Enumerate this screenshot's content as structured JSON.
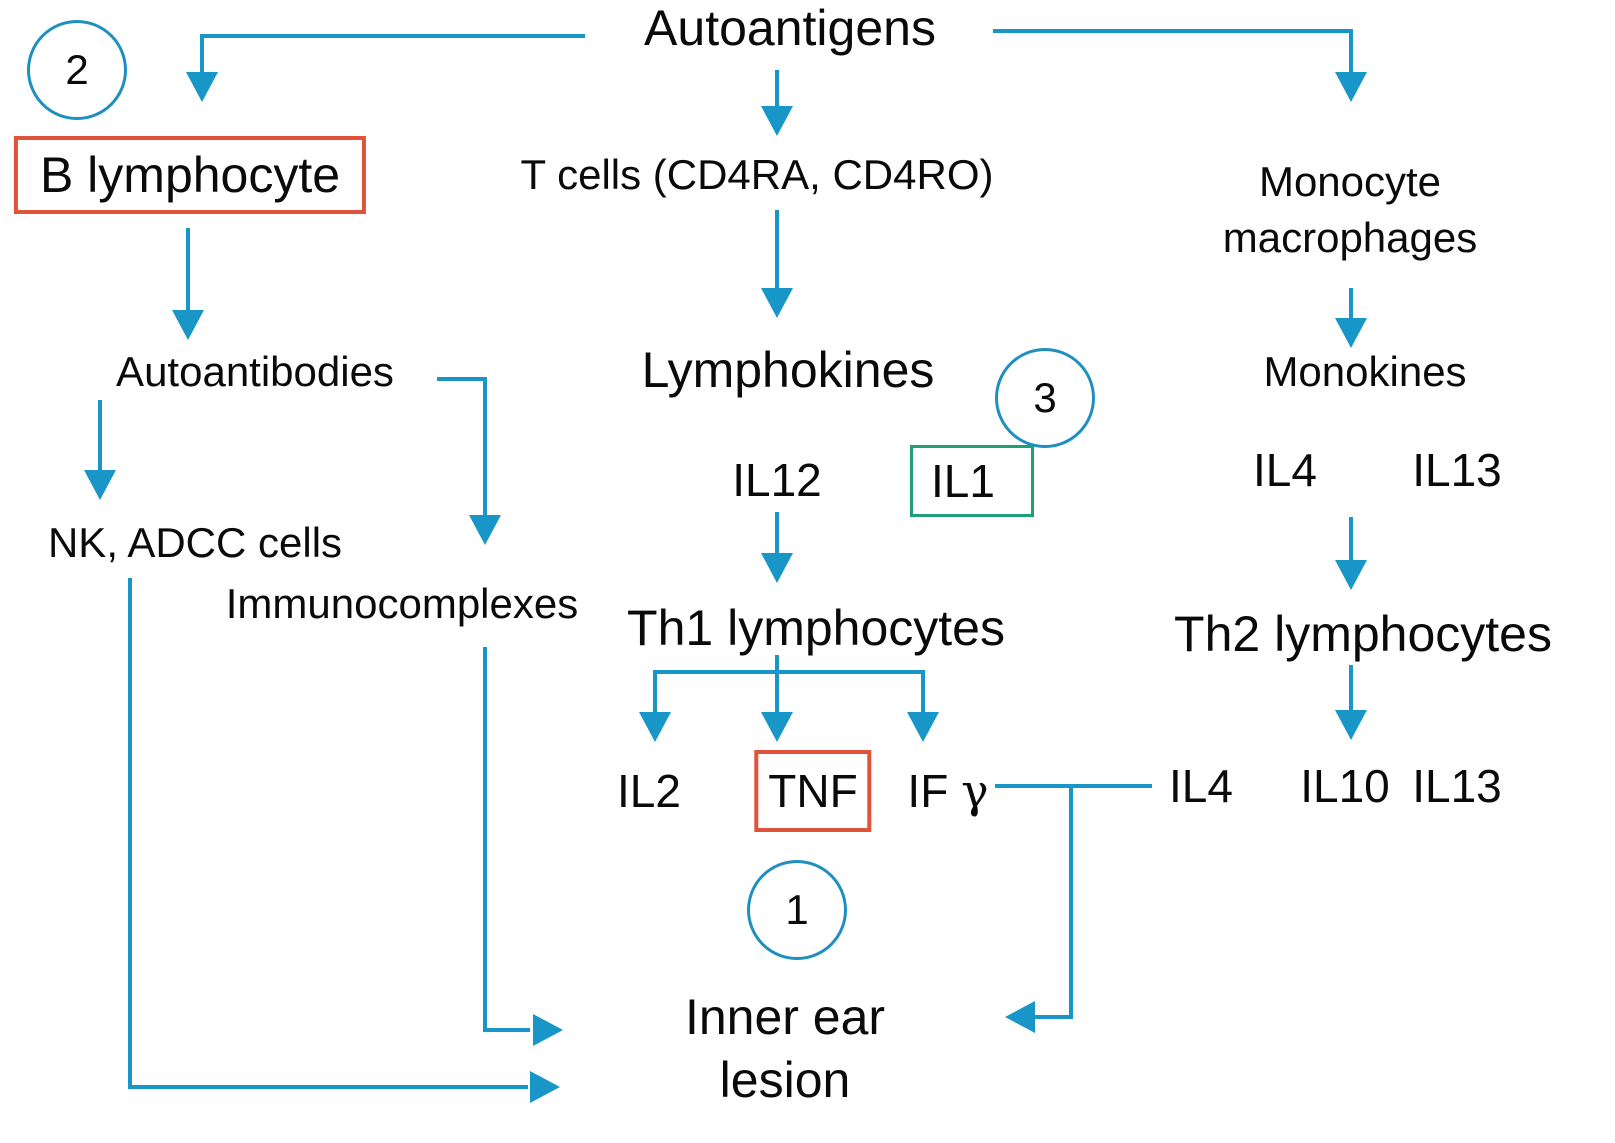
{
  "colors": {
    "arrow": "#1896c8",
    "box_red": "#e0533a",
    "box_green": "#1f9e78",
    "circle": "#1f8fbf",
    "text": "#0a0a0a"
  },
  "nodes": {
    "autoantigens": "Autoantigens",
    "b_lymphocyte": "B lymphocyte",
    "t_cells": "T cells (CD4RA, CD4RO)",
    "monocyte_macrophages_line1": "Monocyte",
    "monocyte_macrophages_line2": "macrophages",
    "autoantibodies": "Autoantibodies",
    "lymphokines": "Lymphokines",
    "monokines": "Monokines",
    "nk_adcc": "NK, ADCC cells",
    "immunocomplexes": "Immunocomplexes",
    "il12": "IL12",
    "il1": "IL1",
    "mono_il4": "IL4",
    "mono_il13": "IL13",
    "th1": "Th1 lymphocytes",
    "th2": "Th2 lymphocytes",
    "il2": "IL2",
    "tnf": "TNF",
    "if_gamma_prefix": "IF",
    "if_gamma_symbol": "γ",
    "th2_il4": "IL4",
    "th2_il10": "IL10",
    "th2_il13": "IL13",
    "inner_ear_line1": "Inner ear",
    "inner_ear_line2": "lesion"
  },
  "markers": {
    "one": "1",
    "two": "2",
    "three": "3"
  }
}
